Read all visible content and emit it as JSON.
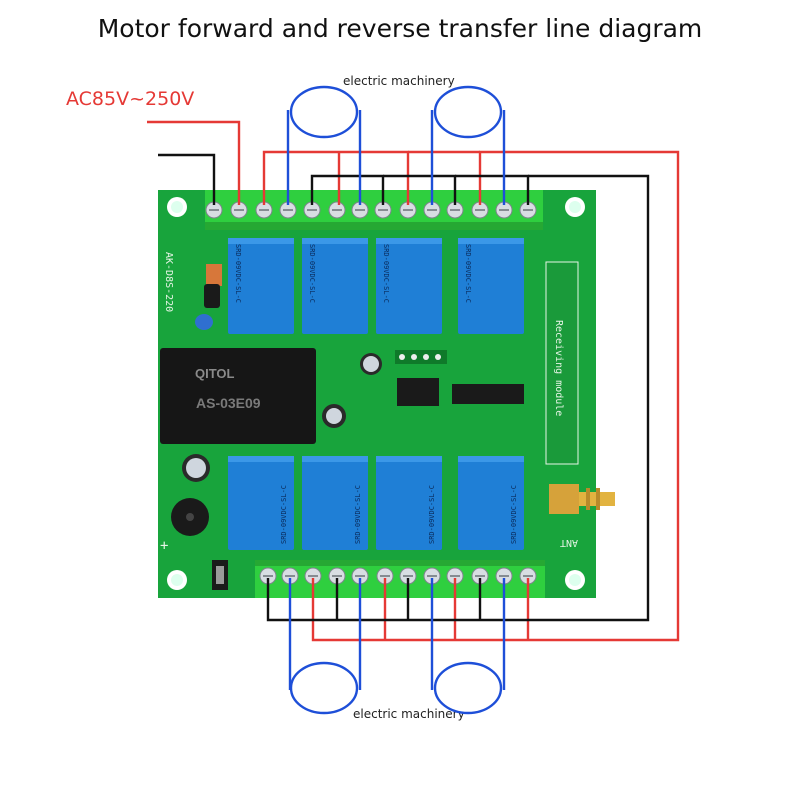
{
  "title": "Motor forward and reverse transfer line diagram",
  "supply_label": "AC85V~250V",
  "motor_top_label": "electric machinery",
  "motor_bottom_label": "electric machinery",
  "board": {
    "model": "AK-D8S-220",
    "module_label": "Receiving module",
    "antenna_label": "ANT",
    "transformer_brand": "QITOL",
    "transformer_model": "AS-03E09",
    "relay_model": "SRD-09VDC-SL-C",
    "plus_mark": "+"
  },
  "colors": {
    "wire_live": "#e53935",
    "wire_neutral": "#111111",
    "wire_motor": "#1e4fd8",
    "pcb": "#18a43c",
    "terminal": "#2fcf3f",
    "relay": "#1f7fd6"
  }
}
